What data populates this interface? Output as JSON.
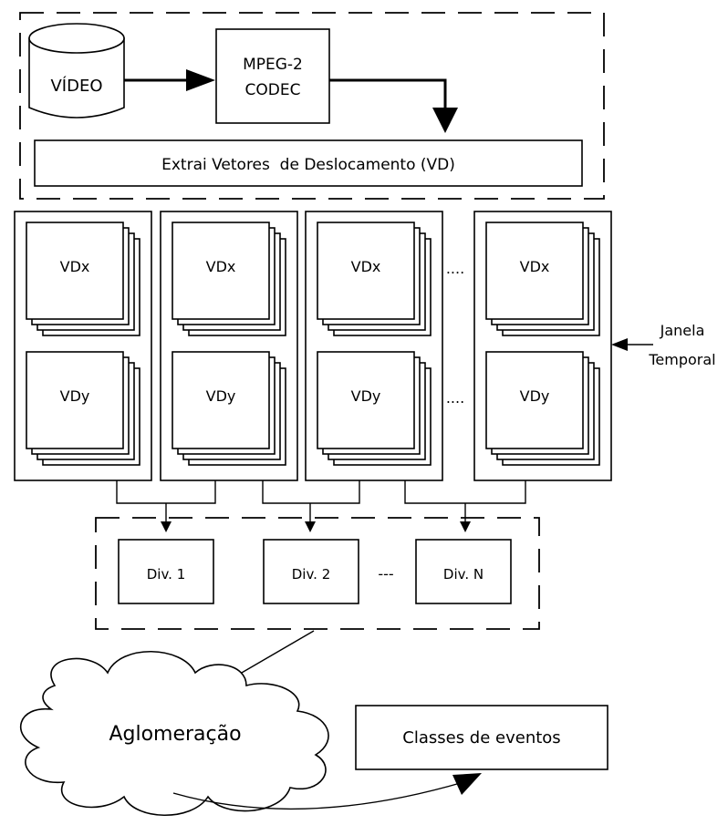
{
  "source": {
    "label": "VÍDEO"
  },
  "codec": {
    "line1": "MPEG-2",
    "line2": "CODEC"
  },
  "extract": {
    "label": "Extrai Vetores  de Deslocamento (VD)"
  },
  "columns": [
    {
      "vdx": "VDx",
      "vdy": "VDy"
    },
    {
      "vdx": "VDx",
      "vdy": "VDy"
    },
    {
      "vdx": "VDx",
      "vdy": "VDy"
    },
    {
      "vdx": "VDx",
      "vdy": "VDy"
    }
  ],
  "ellipsis": "....",
  "window": {
    "line1": "Janela",
    "line2": "Temporal"
  },
  "divisions": [
    {
      "label": "Div. 1"
    },
    {
      "label": "Div. 2"
    },
    {
      "label": "Div. N"
    }
  ],
  "divisions_ellipsis": "---",
  "cluster": {
    "label": "Aglomeração"
  },
  "classes": {
    "label": "Classes de eventos"
  }
}
